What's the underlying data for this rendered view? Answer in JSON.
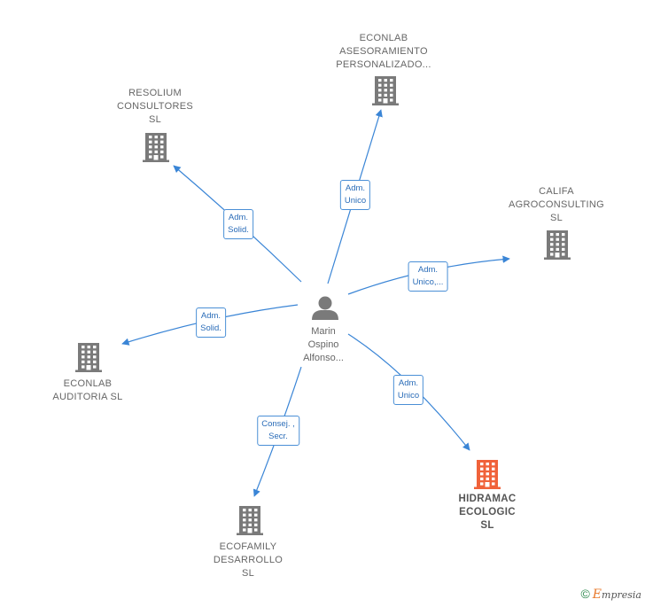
{
  "center": {
    "name_lines": [
      "Marin",
      "Ospino",
      "Alfonso..."
    ]
  },
  "companies": [
    {
      "id": "econlab-asesoramiento",
      "lines": [
        "ECONLAB",
        "ASESORAMIENTO",
        "PERSONALIZADO..."
      ],
      "highlight": false
    },
    {
      "id": "resolium",
      "lines": [
        "RESOLIUM",
        "CONSULTORES",
        "SL"
      ],
      "highlight": false
    },
    {
      "id": "califa",
      "lines": [
        "CALIFA",
        "AGROCONSULTING",
        "SL"
      ],
      "highlight": false
    },
    {
      "id": "econlab-auditoria",
      "lines": [
        "ECONLAB",
        "AUDITORIA SL"
      ],
      "highlight": false
    },
    {
      "id": "ecofamily",
      "lines": [
        "ECOFAMILY",
        "DESARROLLO",
        "SL"
      ],
      "highlight": false
    },
    {
      "id": "hidramac",
      "lines": [
        "HIDRAMAC",
        "ECOLOGIC",
        "SL"
      ],
      "highlight": true
    }
  ],
  "relations": [
    {
      "to": "econlab-asesoramiento",
      "lines": [
        "Adm.",
        "Unico"
      ]
    },
    {
      "to": "resolium",
      "lines": [
        "Adm.",
        "Solid."
      ]
    },
    {
      "to": "califa",
      "lines": [
        "Adm.",
        "Unico,..."
      ]
    },
    {
      "to": "econlab-auditoria",
      "lines": [
        "Adm.",
        "Solid."
      ]
    },
    {
      "to": "ecofamily",
      "lines": [
        "Consej. ,",
        "Secr."
      ]
    },
    {
      "to": "hidramac",
      "lines": [
        "Adm.",
        "Unico"
      ]
    }
  ],
  "colors": {
    "edge": "#3a85d6",
    "building": "#7a7a7a",
    "building_highlight": "#f0623a",
    "person": "#7a7a7a"
  },
  "icons": {
    "company": "building-icon",
    "person": "person-icon"
  },
  "footer": {
    "copyright": "©",
    "brand_first": "E",
    "brand_rest": "mpresia"
  }
}
